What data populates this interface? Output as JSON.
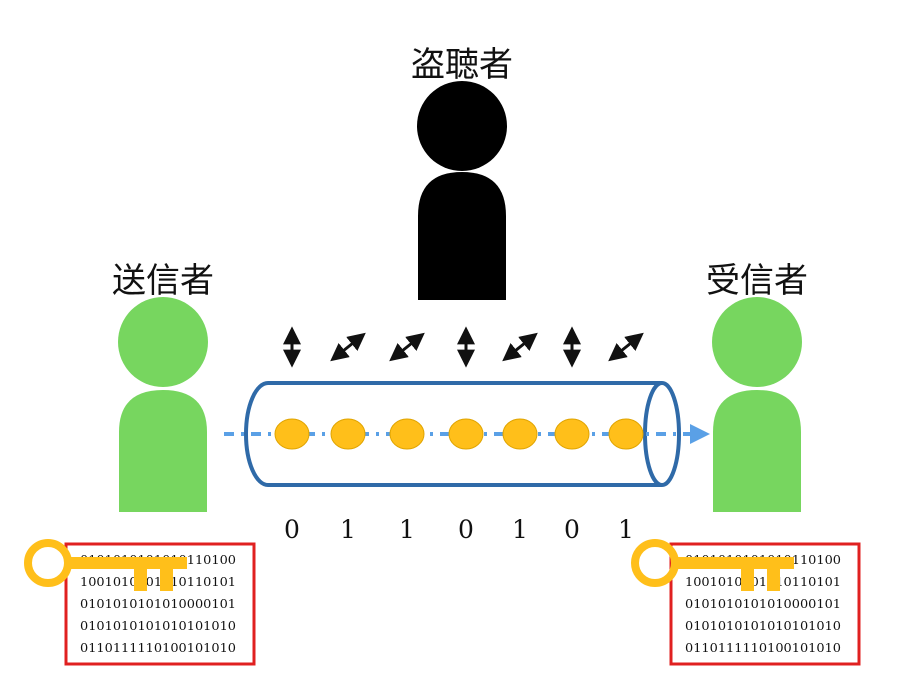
{
  "labels": {
    "eavesdropper": "盗聴者",
    "sender": "送信者",
    "receiver": "受信者"
  },
  "bits": [
    "0",
    "1",
    "1",
    "0",
    "1",
    "0",
    "1"
  ],
  "polarizations": [
    "vertical",
    "diagonal",
    "diagonal",
    "vertical",
    "diagonal",
    "vertical",
    "diagonal"
  ],
  "key_text": {
    "sender": [
      "0101010101010110100",
      "1001010101010110101",
      "0101010101010000101",
      "0101010101010101010",
      "0110111110100101010"
    ],
    "receiver": [
      "0101010101010110100",
      "1001010101010110101",
      "0101010101010000101",
      "0101010101010101010",
      "0110111110100101010"
    ]
  },
  "colors": {
    "person_green": "#77d65f",
    "person_black": "#000000",
    "photon": "#ffbf1a",
    "photon_stroke": "#e0a400",
    "tube": "#2f6aa8",
    "beam": "#5aa0e6",
    "key": "#ffbf1a",
    "key_box": "#e02020"
  },
  "icons": {
    "vertical": "up-down-arrow-icon",
    "diagonal": "diagonal-arrow-icon",
    "key": "key-icon"
  }
}
